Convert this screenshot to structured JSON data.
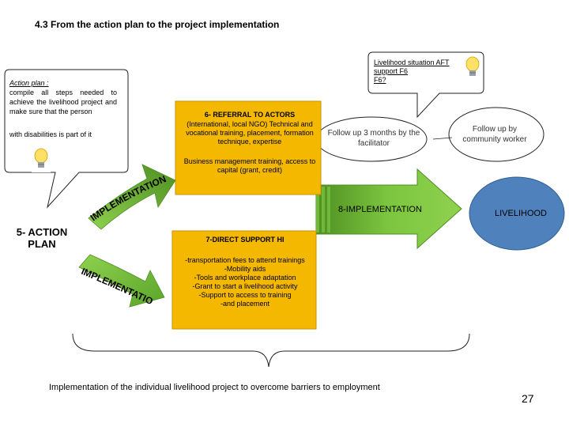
{
  "title": "4.3 From the action plan to the project implementation",
  "left_callout": {
    "heading": "Action plan :",
    "text": "compile all steps needed to achieve the livelihood project and make sure that the person",
    "text2": "with disabilities is part of it"
  },
  "top_callout": {
    "lines": [
      "Livelihood situation AFT",
      "support F6",
      "F6?"
    ]
  },
  "action_plan": {
    "label": "5- ACTION PLAN"
  },
  "implementation_arrow_upper": "IMPLEMENTATION",
  "implementation_arrow_lower": "IMPLEMENTATION",
  "referral": {
    "heading": "6- REFERRAL TO ACTORS",
    "text": "(International, local NGO) Technical and vocational training, placement, formation technique, expertise",
    "extra": "Business management training, access to capital (grant, credit)"
  },
  "follow_up_facilitator": "Follow up 3 months by the facilitator",
  "follow_up_worker": "Follow up by community worker",
  "implementation_8": "8-IMPLEMENTATION",
  "livelihood": "LIVELIHOOD",
  "direct_support": {
    "heading": "7-DIRECT SUPPORT HI",
    "items": [
      "-transportation fees to attend trainings",
      "-Mobility aids",
      "-Tools and workplace adaptation",
      "-Grant to start a livelihood activity",
      "-Support to access to training",
      "-and placement"
    ]
  },
  "bottom_text": "Implementation of the individual  livelihood project to overcome barriers to employment",
  "page_number": "27",
  "colors": {
    "green": "#7cc63f",
    "green_dark": "#4f8f22",
    "yellow": "#f5b800",
    "blue": "#4f81bd",
    "callout_border": "#222222"
  },
  "icons": [
    "lightbulb-icon",
    "lightbulb-icon",
    "lightbulb-icon"
  ]
}
